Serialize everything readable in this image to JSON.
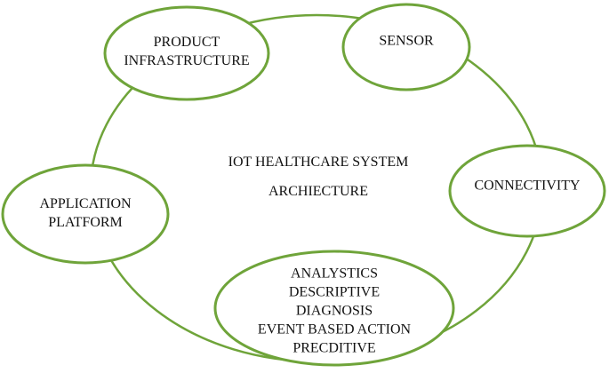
{
  "diagram": {
    "title_line1": "IOT HEALTHCARE SYSTEM",
    "title_line2": "ARCHIECTURE",
    "stroke_color": "#6fa43a",
    "nodes": [
      {
        "id": "product-infrastructure",
        "lines": [
          "PRODUCT",
          "INFRASTRUCTURE"
        ]
      },
      {
        "id": "sensor",
        "lines": [
          "SENSOR"
        ]
      },
      {
        "id": "connectivity",
        "lines": [
          "CONNECTIVITY"
        ]
      },
      {
        "id": "analytics",
        "lines": [
          "ANALYSTICS",
          "DESCRIPTIVE",
          "DIAGNOSIS",
          "EVENT BASED ACTION",
          "PRECDITIVE"
        ]
      },
      {
        "id": "application-platform",
        "lines": [
          "APPLICATION",
          "PLATFORM"
        ]
      }
    ]
  }
}
